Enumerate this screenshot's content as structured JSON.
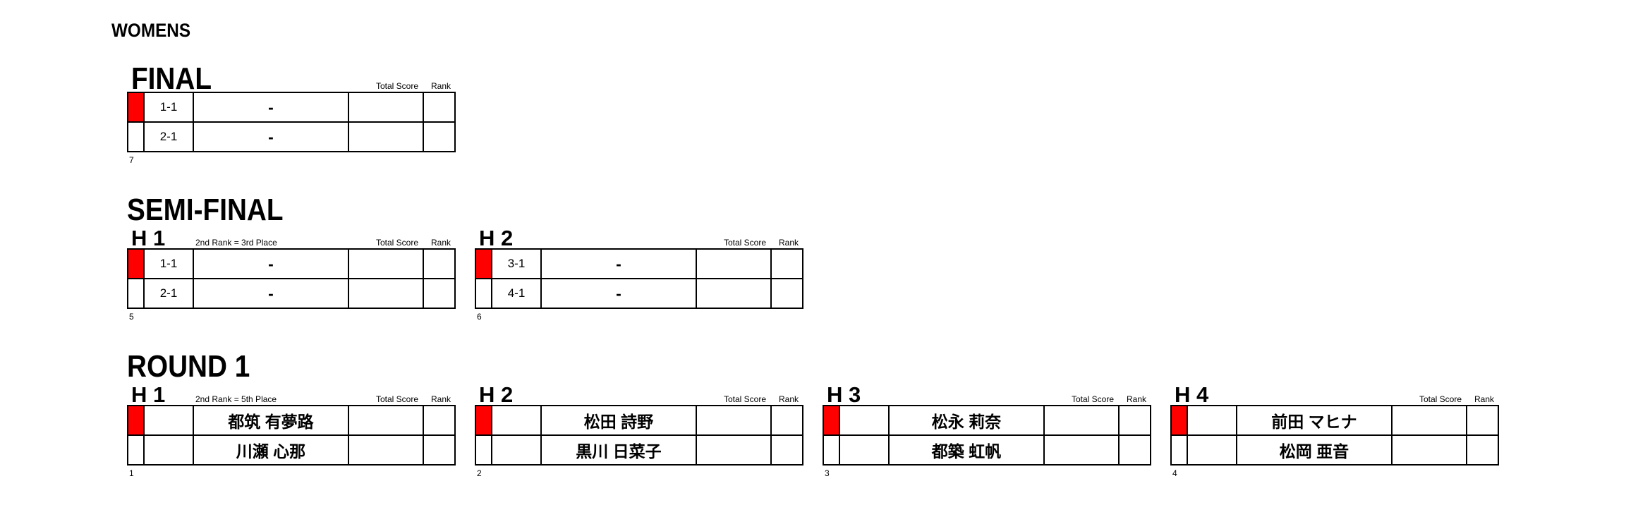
{
  "category": "WOMENS",
  "headers": {
    "total_score": "Total Score",
    "rank": "Rank"
  },
  "colors": {
    "first_slot": "#ff0000"
  },
  "final": {
    "title": "FINAL",
    "rows": [
      {
        "seed": "1-1",
        "name": "-"
      },
      {
        "seed": "2-1",
        "name": "-"
      }
    ],
    "number": "7"
  },
  "semi_final": {
    "title": "SEMI-FINAL",
    "note": "2nd Rank = 3rd Place",
    "heats": [
      {
        "label": "H 1",
        "number": "5",
        "rows": [
          {
            "seed": "1-1",
            "name": "-"
          },
          {
            "seed": "2-1",
            "name": "-"
          }
        ]
      },
      {
        "label": "H 2",
        "number": "6",
        "rows": [
          {
            "seed": "3-1",
            "name": "-"
          },
          {
            "seed": "4-1",
            "name": "-"
          }
        ]
      }
    ]
  },
  "round1": {
    "title": "ROUND 1",
    "note": "2nd Rank = 5th Place",
    "heats": [
      {
        "label": "H 1",
        "number": "1",
        "rows": [
          {
            "seed": "",
            "name": "都筑 有夢路"
          },
          {
            "seed": "",
            "name": "川瀬 心那"
          }
        ]
      },
      {
        "label": "H 2",
        "number": "2",
        "rows": [
          {
            "seed": "",
            "name": "松田 詩野"
          },
          {
            "seed": "",
            "name": "黒川 日菜子"
          }
        ]
      },
      {
        "label": "H 3",
        "number": "3",
        "rows": [
          {
            "seed": "",
            "name": "松永 莉奈"
          },
          {
            "seed": "",
            "name": "都築 虹帆"
          }
        ]
      },
      {
        "label": "H 4",
        "number": "4",
        "rows": [
          {
            "seed": "",
            "name": "前田 マヒナ"
          },
          {
            "seed": "",
            "name": "松岡 亜音"
          }
        ]
      }
    ]
  }
}
